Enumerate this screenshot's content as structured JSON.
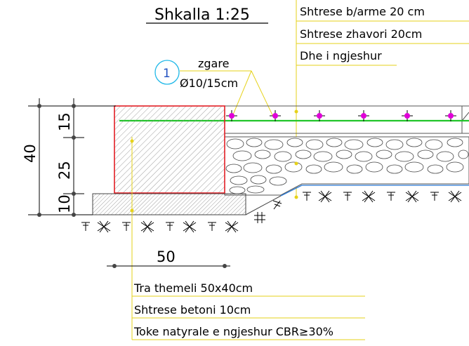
{
  "scale_title": "Shkalla 1:25",
  "callout_number": "1",
  "rebar_label_1": "zgare",
  "rebar_label_2": "Ø10/15cm",
  "top_layers": [
    "Shtrese b/arme 20 cm",
    "Shtrese zhavori 20cm",
    "Dhe i ngjeshur"
  ],
  "bottom_labels": [
    "Tra themeli 50x40cm",
    "Shtrese betoni 10cm",
    "Toke natyrale e ngjeshur CBR≥30%"
  ],
  "dimensions": {
    "total_height": "40",
    "top_part": "15",
    "middle_part": "25",
    "base_part": "10",
    "width": "50"
  },
  "colors": {
    "beam_outline": "#e31e24",
    "rebar_line": "#22c52a",
    "rebar_marker": "#e000d8",
    "leader_line": "#e6d21a",
    "callout_circle": "#1fb8e8",
    "soil_line": "#2a7ad6",
    "hatch": "#555555"
  }
}
